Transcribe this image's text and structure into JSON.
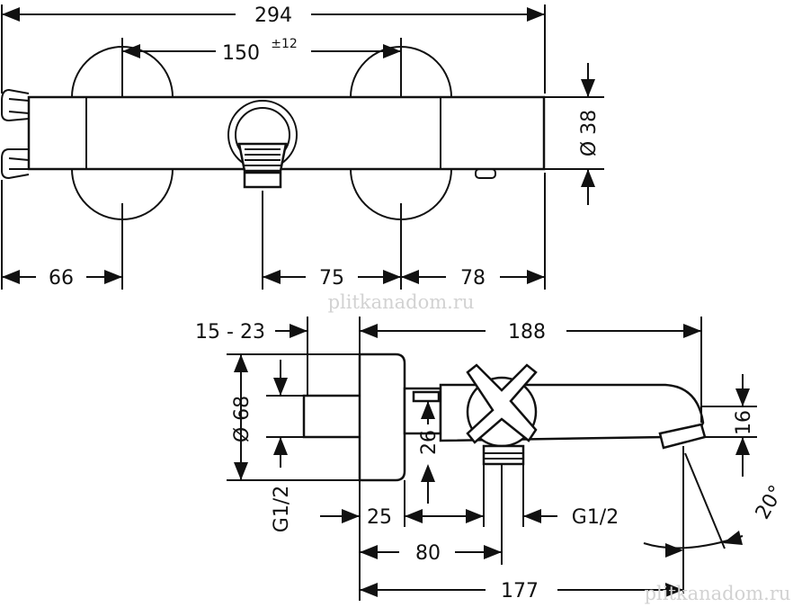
{
  "top_view": {
    "overall_width": "294",
    "center_distance": "150",
    "center_tolerance": "±12",
    "diameter_label": "Ø 38",
    "left_offset": "66",
    "middle_offset": "75",
    "right_offset": "78"
  },
  "side_view": {
    "wall_offset": "15 - 23",
    "projection": "188",
    "flange_diameter": "Ø 68",
    "outlet_height": "26",
    "spout_height": "16",
    "angle": "20°",
    "thread_left": "G1/2",
    "thread_right": "G1/2",
    "depth_25": "25",
    "depth_80": "80",
    "depth_177": "177"
  },
  "watermarks": [
    "plitkanadom.ru",
    "plitkanadom.ru"
  ]
}
